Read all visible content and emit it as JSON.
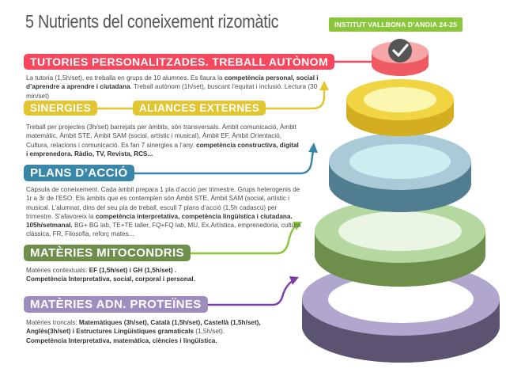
{
  "title": "5 Nutrients del coneixement rizomàtic",
  "badge": "INSTITUT VALLBONA D’ANOIA 24-25",
  "colors": {
    "red": "#f5485e",
    "yellow": "#e1c531",
    "blue": "#3887a8",
    "green": "#6e8e4c",
    "purple": "#9e8dbf",
    "badge": "#8cc63f"
  },
  "sections": {
    "tutories": {
      "label": "TUTORIES PERSONALITZADES. TREBALL AUTÒNOM",
      "t1": "La tutoria (1,5h/set), es treballa en grups de 10 alumnes. Es llaura la ",
      "b1": "competència personal, social i d’aprendre a aprendre i ciutadana",
      "t2": ". Treball autònom (1h/set), buscant l’equitat i inclusió. Lectura (30 min/set)"
    },
    "sinergies": {
      "label": "SINERGIES",
      "label2": "ALIANCES EXTERNES",
      "t1": "Treball per projectes (3h/set) barrejats per àmbits, són transversals. Àmbit comunicació, Àmbit matemàtic, Àmbit STE, Àmbit SAM (social, artístic i musical), Àmbit EF, Àmbit Orientació, Cultura, relacions i comunicació.  Es fan 7 sinergies a l’any. ",
      "b1": "competència constructiva, digital i emprenedora. Ràdio, TV, Revista, RCS..."
    },
    "plans": {
      "label": "PLANS D’ACCIÓ",
      "t1": "Càpsula de coneixement. Cada àmbit prepara 1 pla d’acció per trimestre. Grups heterogenis de 1r a 3r de l’ESO. Els àmbits que es contemplen són Àmbit STE, Àmbit SAM (social, artístic i musical. L’alumnat, dins del seu pla de treball, escull 7 plans d’acció (1,5h cadascú) per trimestre. S’afavoreix la ",
      "b1": "competència interpretativa, competència lingüística i ciutadana. 105h/setmanal.",
      "t2": " BG+ BG lab, TE+TE taller, FQ+FQ lab, MU, Ex.Artística, emprenedoria, cultura clàssica, FR, Filosofia, reforç mates..."
    },
    "mitocondris": {
      "label": "MATÈRIES MITOCONDRIS",
      "t1": "Matèries contextuals: ",
      "b1": "EF (1,5h/set) i GH (1,5h/set) .",
      "b2": "Competència Interpretativa, social, corporal i personal."
    },
    "proteines": {
      "label": "MATÈRIES ADN. PROTEÏNES",
      "t1": "Matèries troncals: ",
      "b1": "Matemàtiques (3h/set), Català (1,5h/set), Castellà (1,5h/set), Anglès(3h/set) i Estructures Lingüístiques gramaticals",
      "t2": " (1,5h/set).",
      "b2": "Competència Interpretativa, matemàtica, ciències i lingüística."
    }
  }
}
